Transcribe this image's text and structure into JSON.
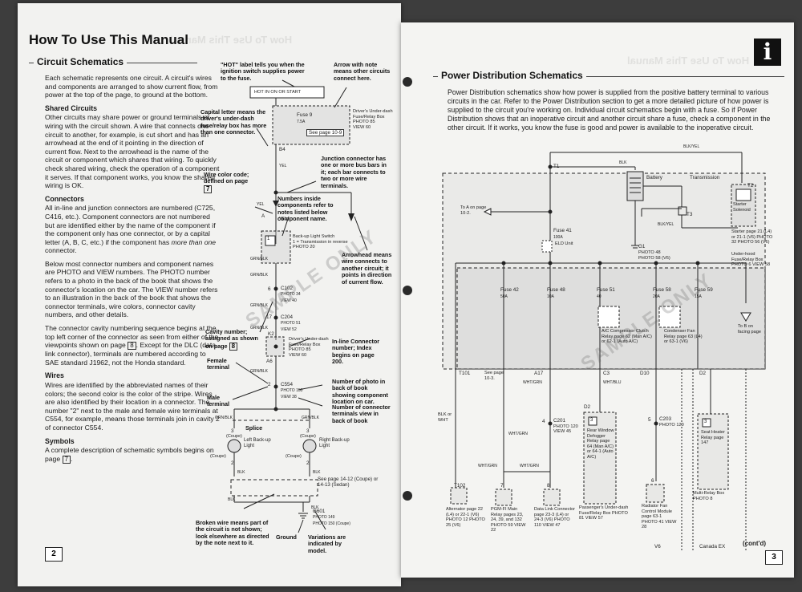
{
  "left_page": {
    "title": "How To Use This Manual",
    "section": "Circuit Schematics",
    "page_number": "2",
    "intro": "Each schematic represents one circuit. A circuit's wires and components are arranged to show current flow, from power at the top of the page, to ground at the bottom.",
    "shared_heading": "Shared Circuits",
    "shared_text": "Other circuits may share power or ground terminals or wiring with the circuit shown. A wire that connects one circuit to another, for example, is cut short and has an arrowhead at the end of it pointing in the direction of current flow. Next to the arrowhead is the name of the circuit or component which shares that wiring. To quickly check shared wiring, check the operation of a component it serves. If that component works, you know the shared wiring is OK.",
    "connectors_heading": "Connectors",
    "connectors_text_a": "All in-line and junction connectors are numbered (C725, C416, etc.). Component connectors are not numbered but are identified either by the name of the component if the component only has one connector, or by a capital letter (A, B, C, etc.) if the component has",
    "connectors_text_em": "more than one",
    "connectors_text_b": "connector.",
    "photo_text": "Below most connector numbers and component names are PHOTO and VIEW numbers. The PHOTO number refers to a photo in the back of the book that shows the connector's location on the car. The VIEW number refers to an illustration in the back of the book that shows the connector terminals, wire colors, connector cavity numbers, and other details.",
    "cavity_text_a": "The connector cavity numbering sequence begins at the top left corner of the connector as seen from either of the viewpoints shown on page",
    "cavity_page": "8",
    "cavity_text_b": ". Except for the DLC (data link connector), terminals are numbered according to SAE standard J1962, not the Honda standard.",
    "wires_heading": "Wires",
    "wires_text": "Wires are identified by the abbreviated names of their colors; the second color is the color of the stripe. Wires are also identified by their location in a connector. The number \"2\" next to the male and female wire terminals at C554, for example, means those terminals join in cavity 2 of connector C554.",
    "symbols_heading": "Symbols",
    "symbols_text_a": "A complete description of schematic symbols begins on page",
    "symbols_page": "7",
    "annotations": {
      "hot": "\"HOT\" label tells you when the ignition switch supplies power to the fuse.",
      "arrow_note": "Arrow with note means other circuits connect here.",
      "capital": "Capital letter means the driver's under-dash fuse/relay box has more than one connector.",
      "junction": "Junction connector has one or more bus bars in it; each bar connects to two or more wire terminals.",
      "wire_color_a": "Wire color code; defined on page",
      "wire_color_page": "7",
      "numbers_inside": "Numbers inside components refer to notes listed below component name.",
      "arrowhead": "Arrowhead means wire connects to another circuit; it points in direction of current flow.",
      "cavity_a": "Cavity number; assigned as shown on page",
      "cavity_page": "8",
      "inline": "In-line Connector number; Index begins on page 200.",
      "female": "Female terminal",
      "photo_num": "Number of photo in back of book showing component location on car.",
      "male": "Male terminal",
      "view_num": "Number of connector terminals view in back of book",
      "splice": "Splice",
      "broken": "Broken wire means part of the circuit is not shown; look elsewhere as directed by the note next to it.",
      "ground": "Ground",
      "variations": "Variations are indicated by model."
    },
    "schematic": {
      "hot_box": "HOT IN ON OR START",
      "fuse": "Fuse 9",
      "fuse_amp": "7.5A",
      "see_page": "See page 10-9",
      "box_label": "Driver's Under-dash Fuse/Relay Box",
      "box_photo": "PHOTO 85",
      "box_view": "VIEW 60",
      "b4": "B4",
      "yel": "YEL",
      "a": "A",
      "switch": "Back-up Light Switch",
      "switch_note": "1 = Transmission in reverse",
      "switch_photo": "PHOTO 20",
      "grn_blk": "GRN/BLK",
      "c102": "C102",
      "c102_photo": "PHOTO 34",
      "c102_view": "VIEW 40",
      "c204": "C204",
      "c204_photo": "PHOTO 51",
      "c204_view": "VIEW 52",
      "k2": "K2",
      "a6": "A6",
      "c554": "C554",
      "c554_photo": "PHOTO 150",
      "c554_view": "VIEW 38",
      "coupe": "(Coupe)",
      "left_light": "Left Back-up Light",
      "right_light": "Right Back-up Light",
      "see_1412": "See page 14-12 (Coupe) or 14-13 (Sedan)",
      "blk": "BLK",
      "g601": "G601",
      "g601_photo": "PHOTO 149",
      "g601_photo2": "PHOTO 150 (Coupe)",
      "n6": "6",
      "n17": "17",
      "n2": "2",
      "n3": "3",
      "n1": "1"
    }
  },
  "right_page": {
    "section": "Power Distribution Schematics",
    "page_number": "3",
    "cont": "(cont'd)",
    "intro": "Power Distribution schematics show how power is supplied from the positive battery terminal to various circuits in the car. Refer to the Power Distribution section to get a more detailed picture of how power is supplied to the circuit you're working on. Individual circuit schematics begin with a fuse. So if Power Distribution shows that an inoperative circuit and another circuit share a fuse, check a component in the other circuit. If it works, you know the fuse is good and power is available to the inoperative circuit.",
    "schematic": {
      "blk_yel": "BLK/YEL",
      "blk": "BLK",
      "t1": "T1",
      "battery": "Battery",
      "transmission": "Transmission",
      "t2": "T2",
      "t3": "T3",
      "starter_sol": "Starter Solenoid",
      "to_a": "To A on page 10-2.",
      "fuse41": "Fuse 41",
      "fuse41_amp": "100A",
      "eld": "ELD Unit",
      "g1": "G1",
      "g1_photo": "PHOTO 48",
      "g1_photo2": "PHOTO 58 (V6)",
      "starter_ref": "Starter page 21 (L4) or 21-1 (V6) PHOTO 32 PHOTO 56 (V6)",
      "under_hood": "Under-hood Fuse/Relay Box PHOTO 6 VIEW 58",
      "fuse42": "Fuse 42",
      "fuse42_amp": "50A",
      "fuse48": "Fuse 48",
      "fuse48_amp": "10A",
      "fuse51": "Fuse 51",
      "fuse51_amp": "40",
      "fuse58": "Fuse 58",
      "fuse58_amp": "20A",
      "fuse59": "Fuse 59",
      "fuse59_amp": "15A",
      "ac_relay": "A/C Compressor Clutch Relay page 62 (Man A/C) or 62-1 (Auto A/C)",
      "cond_relay": "Condenser Fan Relay page 63 (L4) or 63-1 (V6)",
      "to_b": "To B on facing page",
      "t101": "T101",
      "see_103": "See page 10-3.",
      "a17": "A17",
      "c3": "C3",
      "d10": "D10",
      "d2": "D2",
      "d2b": "D2",
      "c201": "C201",
      "c201_photo": "PHOTO 120",
      "c201_view": "VIEW 45",
      "c203": "C203",
      "c203_photo": "PHOTO 120",
      "wht_grn": "WHT/GRN",
      "wht_blu": "WHT/BLU",
      "blk_or_wht": "BLK or WHT",
      "rear_def": "Rear Window Defogger Relay page 64 (Man A/C) or 64-1 (Auto A/C)",
      "seat_heater": "Seat Heater Relay page 147",
      "t102": "T102",
      "alternator": "Alternator page 22 (L4) or 22-1 (V6) PHOTO 12 PHOTO 25 (V6)",
      "pgm": "PGM-FI Main Relay pages 23, 24, 39, and 132 PHOTO 59 VIEW 22",
      "dlc": "Data Link Connector page 23-3 (L4) or 24-3 (V6) PHOTO 110 VIEW 47",
      "passenger": "Passenger's Under-dash Fuse/Relay Box PHOTO 81 VIEW 57",
      "radiator": "Radiator Fan Control Module page 63-1 PHOTO 41 VIEW 28",
      "multi": "Multi-Relay Box PHOTO 8",
      "v6": "V6",
      "canada": "Canada EX",
      "n8": "8",
      "n7": "7",
      "n6": "6",
      "n5": "5",
      "n4": "4",
      "n3": "3"
    }
  },
  "watermark": "SAMPLE ONLY",
  "ghost_title": "How To Use This Manual",
  "icon": "i"
}
